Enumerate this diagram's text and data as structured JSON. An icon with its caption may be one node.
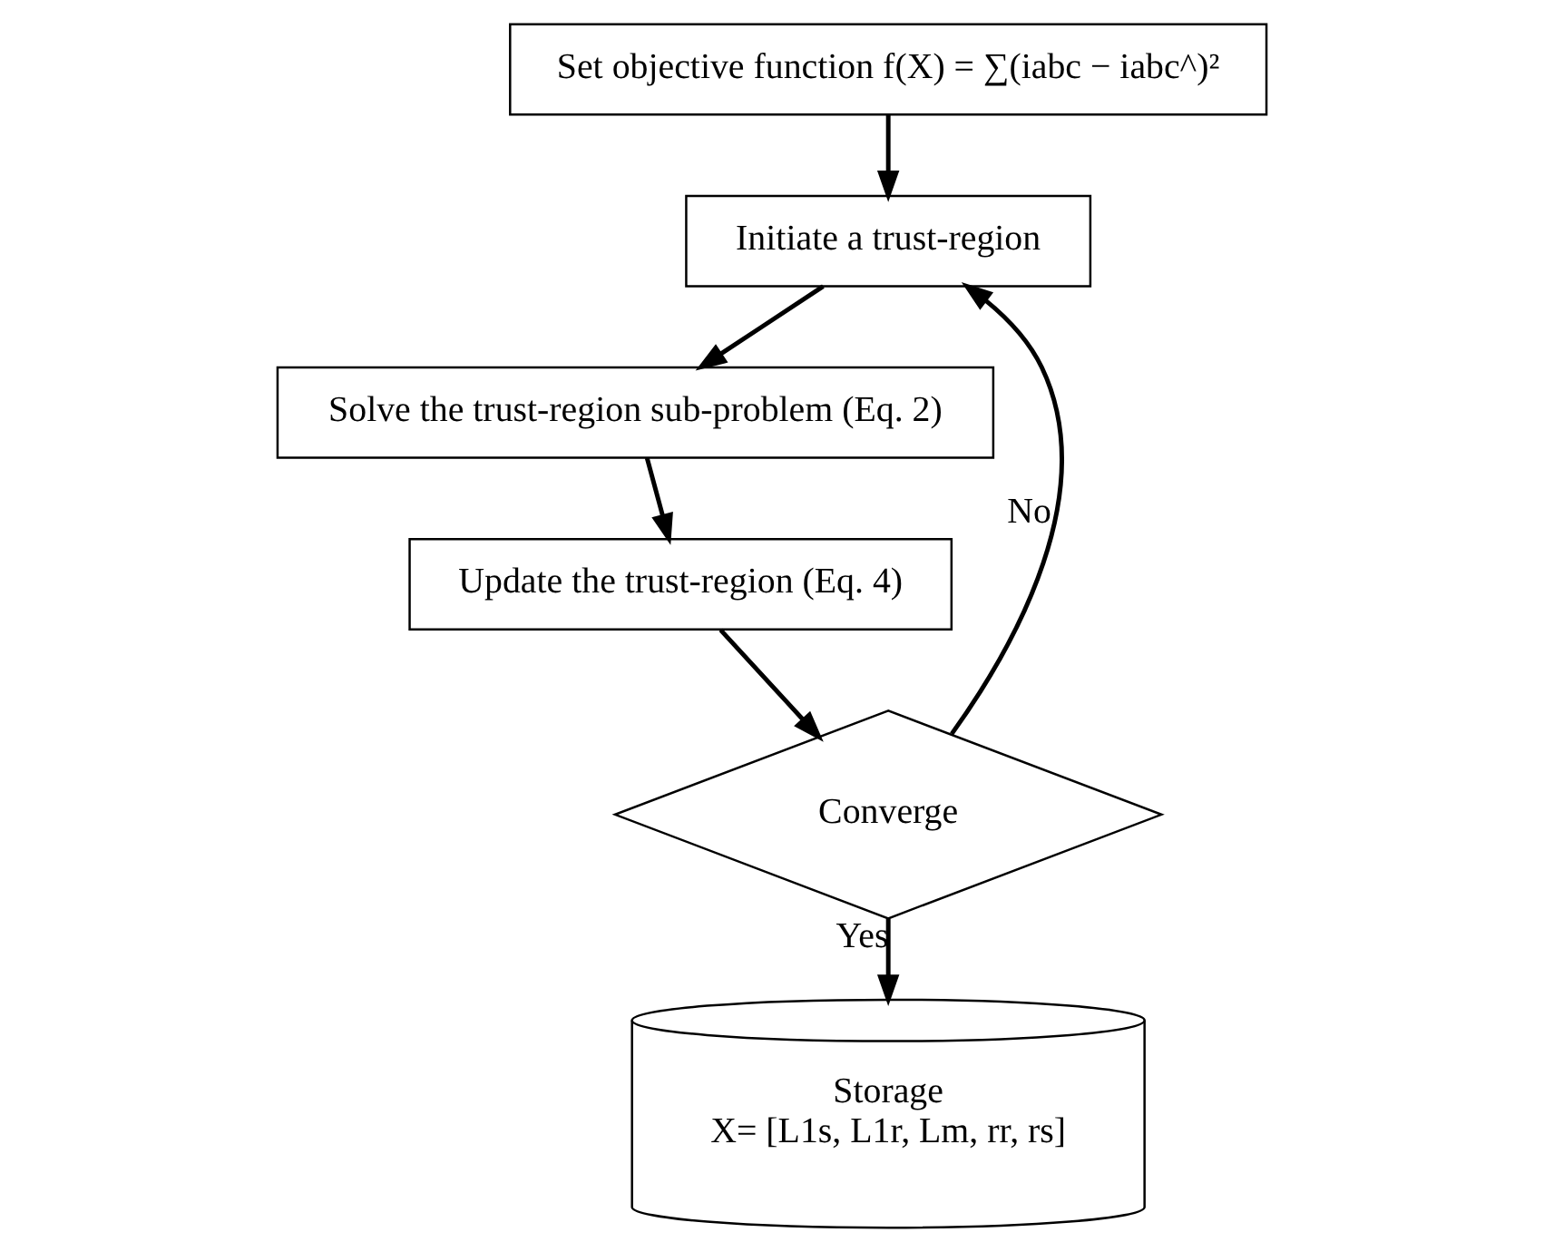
{
  "diagram": {
    "nodes": [
      {
        "text": [
          "Set objective function f(X) = ∑(iabc − iabc^)²"
        ]
      },
      {
        "text": [
          "Initiate a trust-region"
        ]
      },
      {
        "text": [
          "Solve the trust-region sub-problem (Eq. 2)"
        ]
      },
      {
        "text": [
          "Update the trust-region (Eq. 4)"
        ]
      },
      {
        "text": [
          "Converge"
        ]
      },
      {
        "text": [
          "Storage",
          "X= [L1s, L1r, Lm, rr, rs]"
        ]
      }
    ],
    "edges": [
      {
        "from": 0,
        "to": 1,
        "arrow": "to"
      },
      {
        "from": 1,
        "to": 2,
        "arrow": "to"
      },
      {
        "from": 2,
        "to": 3,
        "arrow": "to"
      },
      {
        "from": 3,
        "to": 4,
        "arrow": "to"
      },
      {
        "from": 4,
        "to": 1,
        "arrow": "to",
        "label": "No"
      },
      {
        "from": 4,
        "to": 5,
        "arrow": "to",
        "label": "Yes"
      }
    ]
  }
}
